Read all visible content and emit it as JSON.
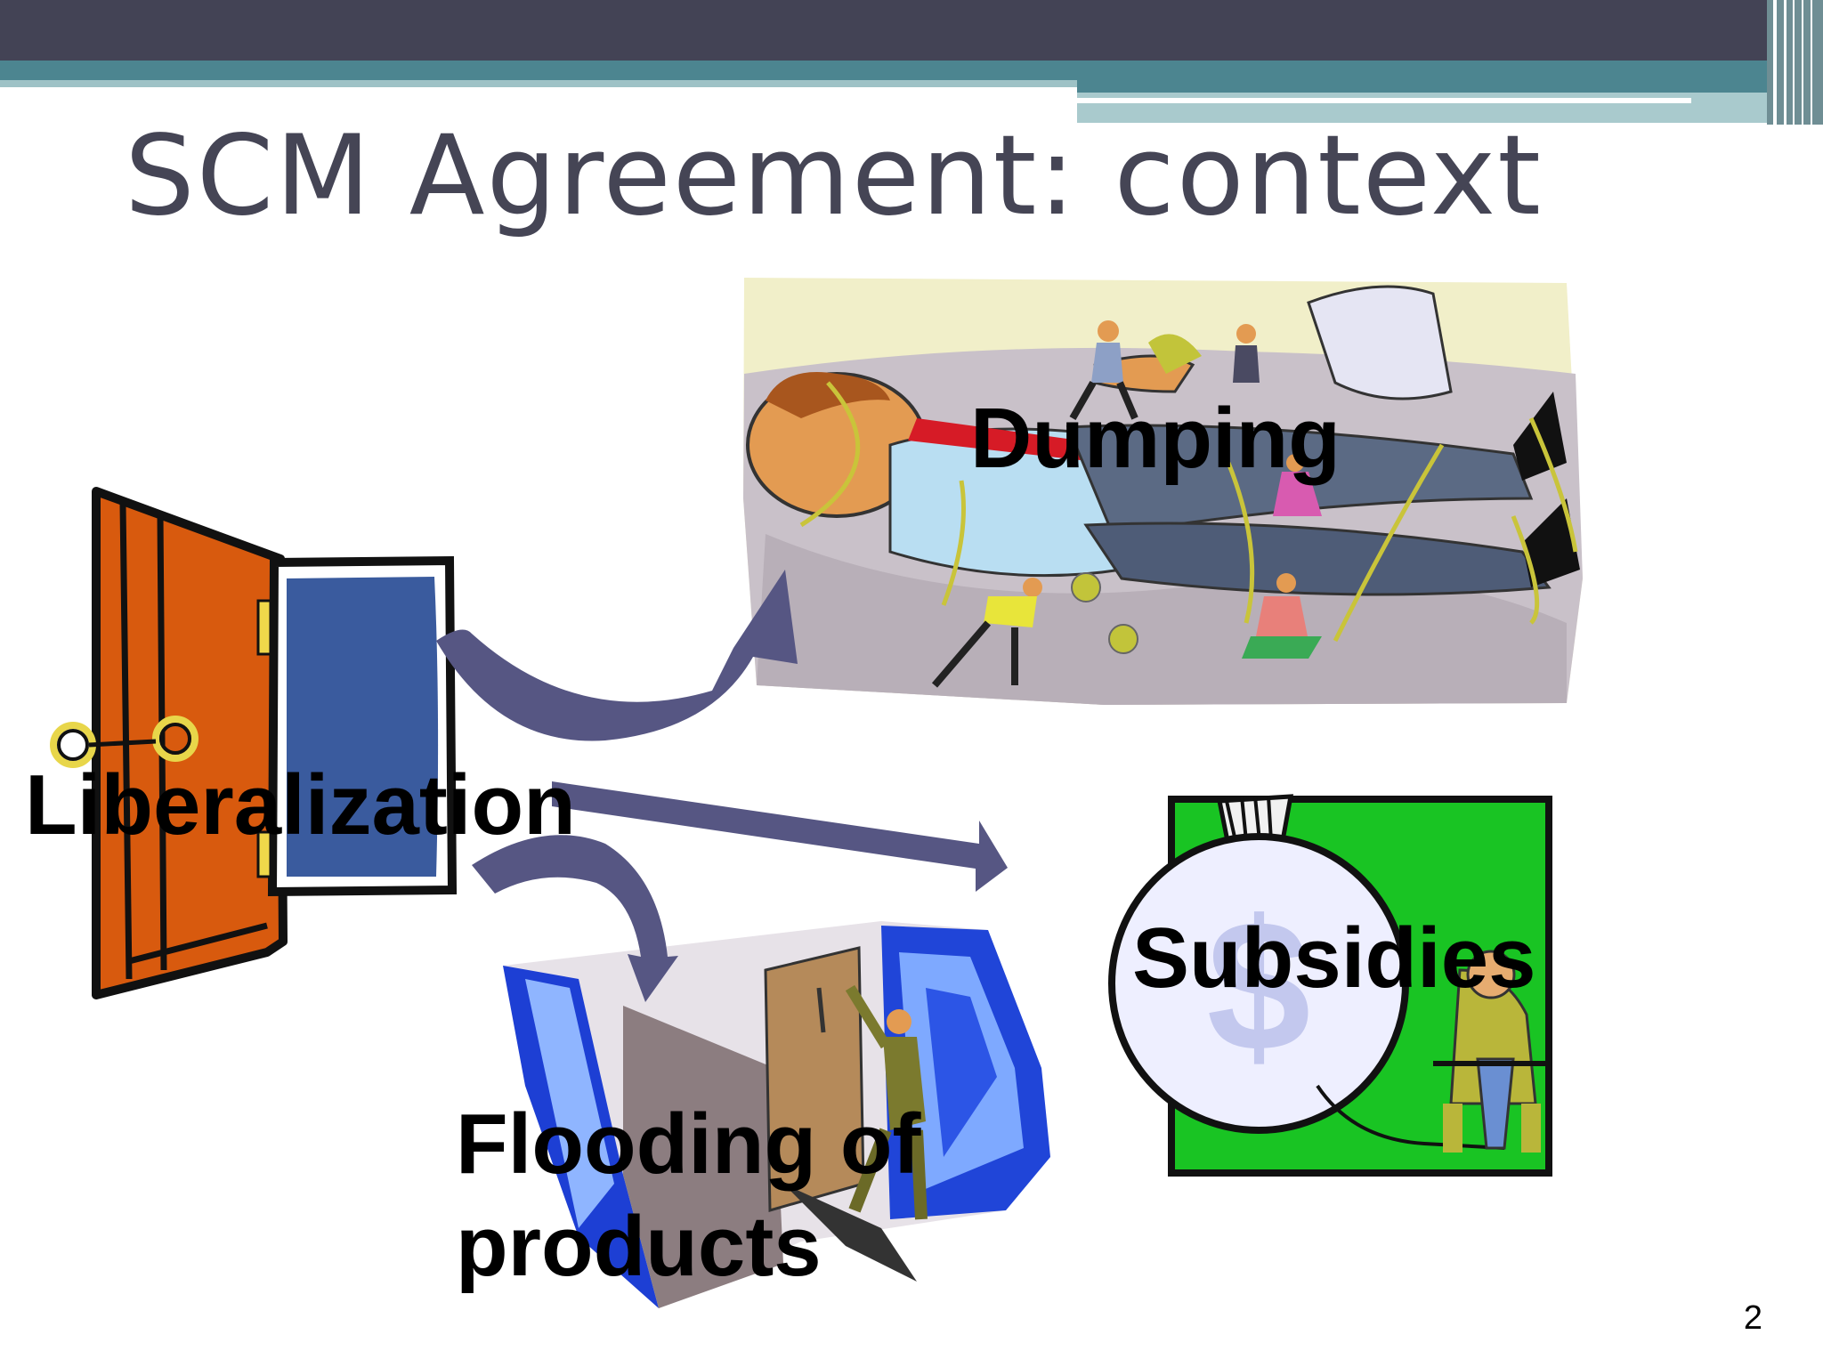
{
  "slide": {
    "title": "SCM Agreement: context",
    "page_number": "2"
  },
  "labels": {
    "liberalization": "Liberalization",
    "dumping": "Dumping",
    "subsidies": "Subsidies",
    "flooding_line1": "Flooding of",
    "flooding_line2": "products",
    "subsidy_symbol": "$"
  },
  "colors": {
    "header_dark": "#434355",
    "header_teal": "#4c8590",
    "title_text": "#454555",
    "arrow_fill": "#565683",
    "door_orange": "#d85a0e",
    "door_blue": "#3a5b9e",
    "subsidy_green": "#19c423"
  },
  "icons": [
    "open-door-icon",
    "giant-tied-down-clipart",
    "flooded-room-clipart",
    "money-bag-pump-clipart",
    "curved-arrow-icon",
    "straight-arrow-icon"
  ]
}
